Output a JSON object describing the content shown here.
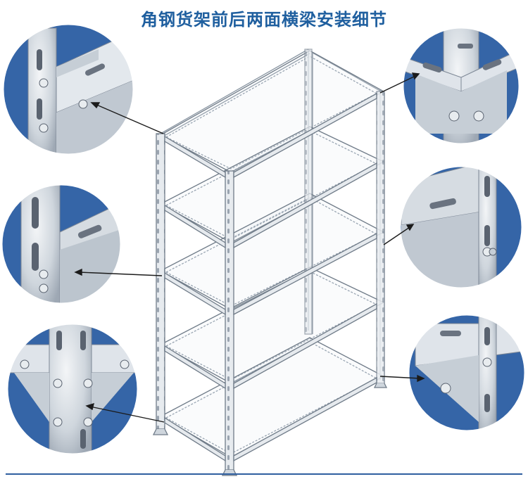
{
  "header": {
    "title": "角钢货架前后两面横梁安装细节"
  },
  "colors": {
    "title": "#1f5f9f",
    "circle_bg": "#3565a7",
    "metal_light": "#dfe4ea",
    "metal_mid": "#b9c2cc",
    "metal_dark": "#7e8896",
    "accent_line": "#2f5fa0"
  },
  "detail_views": [
    {
      "id": "top-left-corner",
      "icon": "corner-joint-detail"
    },
    {
      "id": "mid-left-joint",
      "icon": "upright-beam-detail"
    },
    {
      "id": "bottom-left-joint",
      "icon": "gusset-detail"
    },
    {
      "id": "top-right-corner",
      "icon": "corner-joint-detail"
    },
    {
      "id": "mid-right-joint",
      "icon": "beam-upright-detail"
    },
    {
      "id": "bottom-right-joint",
      "icon": "gusset-detail"
    }
  ]
}
